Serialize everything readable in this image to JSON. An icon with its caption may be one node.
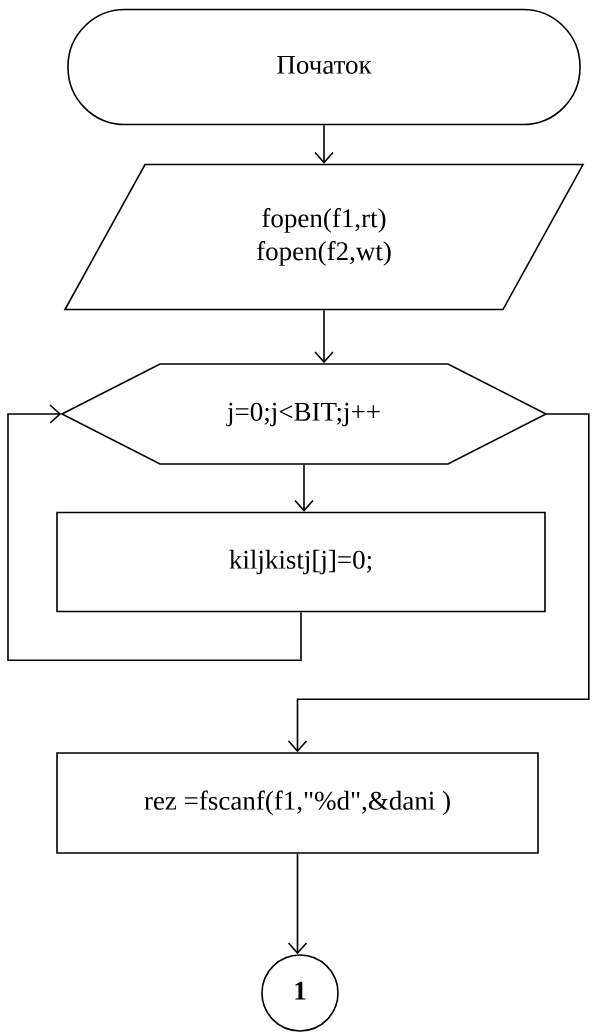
{
  "diagram": {
    "nodes": [
      {
        "text": [
          "Початок"
        ]
      },
      {
        "text": [
          "fopen(f1,rt)",
          "fopen(f2,wt)"
        ]
      },
      {
        "text": [
          "j=0;j<BIT;j++"
        ]
      },
      {
        "text": [
          "kiljkistj[j]=0;"
        ]
      },
      {
        "text": [
          "rez =fscanf(f1,\"%d\",&dani )"
        ]
      },
      {
        "text": [
          "1"
        ]
      }
    ],
    "edges": [
      {
        "from": 0,
        "to": 1,
        "arrow": "to"
      },
      {
        "from": 1,
        "to": 2,
        "arrow": "to"
      },
      {
        "from": 2,
        "to": 3,
        "arrow": "to"
      },
      {
        "from": 3,
        "to": 2,
        "arrow": "to"
      },
      {
        "from": 2,
        "to": 4,
        "arrow": "to"
      },
      {
        "from": 4,
        "to": 5,
        "arrow": "to"
      }
    ]
  }
}
